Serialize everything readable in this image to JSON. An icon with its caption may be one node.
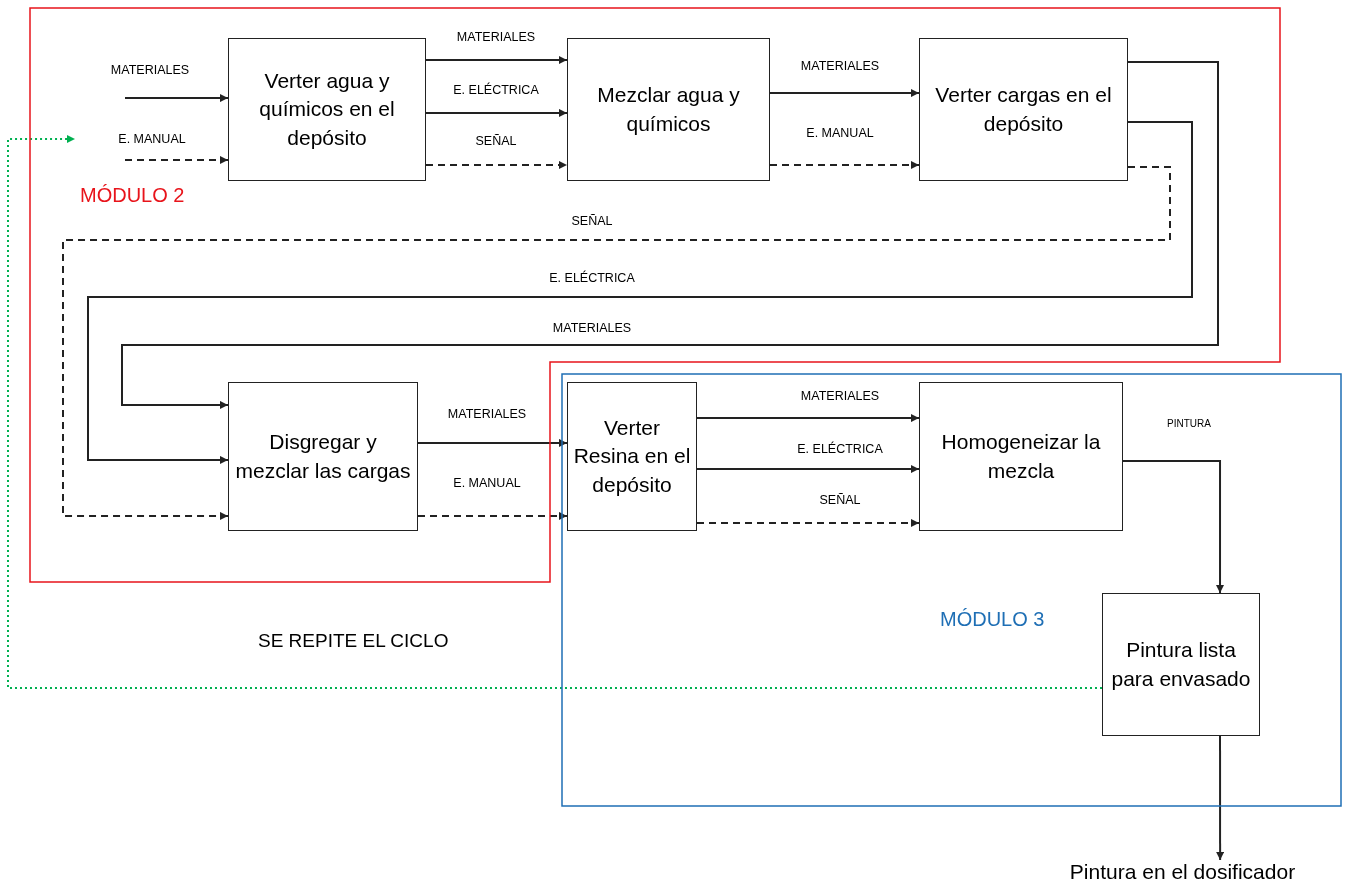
{
  "diagram": {
    "nodes": [
      {
        "text": [
          "MÓDULO 2"
        ]
      },
      {
        "text": [
          "Verter agua y químicos en el depósito"
        ],
        "in": 0
      },
      {
        "text": [
          "Mezclar agua y químicos"
        ],
        "in": 0
      },
      {
        "text": [
          "Verter cargas en el depósito"
        ],
        "in": 0
      },
      {
        "text": [
          "Disgregar y mezclar las cargas"
        ],
        "in": 0
      },
      {
        "text": [
          "MÓDULO 3"
        ]
      },
      {
        "text": [
          "Verter Resina en el depósito"
        ],
        "in": 5
      },
      {
        "text": [
          "Homogeneizar la mezcla"
        ],
        "in": 5
      },
      {
        "text": [
          "Pintura lista para envasado"
        ],
        "in": 5
      },
      {
        "text": [
          "Pintura en el dosificador"
        ]
      }
    ],
    "edges": [
      {
        "from": null,
        "to": 1,
        "arrow": "to",
        "label": "MATERIALES"
      },
      {
        "from": null,
        "to": 1,
        "arrow": "to",
        "label": "E. MANUAL",
        "style": "dashed"
      },
      {
        "from": 1,
        "to": 2,
        "arrow": "to",
        "label": "MATERIALES"
      },
      {
        "from": 1,
        "to": 2,
        "arrow": "to",
        "label": "E. ELÉCTRICA"
      },
      {
        "from": 1,
        "to": 2,
        "arrow": "to",
        "label": "SEÑAL",
        "style": "dashed"
      },
      {
        "from": 2,
        "to": 3,
        "arrow": "to",
        "label": "MATERIALES"
      },
      {
        "from": 2,
        "to": 3,
        "arrow": "to",
        "label": "E. MANUAL",
        "style": "dashed"
      },
      {
        "from": 3,
        "to": 4,
        "arrow": "to",
        "label": "SEÑAL",
        "style": "dashed"
      },
      {
        "from": 3,
        "to": 4,
        "arrow": "to",
        "label": "E. ELÉCTRICA"
      },
      {
        "from": 3,
        "to": 4,
        "arrow": "to",
        "label": "MATERIALES"
      },
      {
        "from": 4,
        "to": 6,
        "arrow": "to",
        "label": "MATERIALES"
      },
      {
        "from": 4,
        "to": 6,
        "arrow": "to",
        "label": "E. MANUAL",
        "style": "dashed"
      },
      {
        "from": 6,
        "to": 7,
        "arrow": "to",
        "label": "MATERIALES"
      },
      {
        "from": 6,
        "to": 7,
        "arrow": "to",
        "label": "E. ELÉCTRICA"
      },
      {
        "from": 6,
        "to": 7,
        "arrow": "to",
        "label": "SEÑAL",
        "style": "dashed"
      },
      {
        "from": 7,
        "to": 8,
        "arrow": "to",
        "label": "PINTURA"
      },
      {
        "from": 8,
        "to": 9,
        "arrow": "to"
      },
      {
        "from": 8,
        "to": null,
        "arrow": "to",
        "style": "dashed",
        "color": "#00b050"
      }
    ],
    "labels": [
      "SE REPITE EL CICLO"
    ]
  }
}
